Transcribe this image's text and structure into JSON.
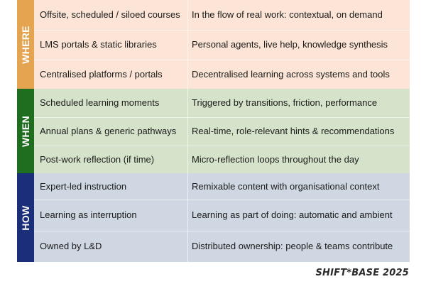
{
  "colors": {
    "where_label": "#E5A44F",
    "where_bg": "#FCE5D6",
    "when_label": "#1F6E1F",
    "when_bg": "#D6E3CB",
    "how_label": "#1B2E7A",
    "how_bg": "#CFD8E2"
  },
  "sections": [
    {
      "label": "WHERE",
      "rows": [
        {
          "left": "Offsite, scheduled / siloed courses",
          "right": "In the flow of real work: contextual, on demand"
        },
        {
          "left": "LMS portals & static libraries",
          "right": "Personal agents, live help, knowledge synthesis"
        },
        {
          "left": "Centralised platforms / portals",
          "right": "Decentralised learning across systems and tools"
        }
      ]
    },
    {
      "label": "WHEN",
      "rows": [
        {
          "left": "Scheduled learning moments",
          "right": "Triggered by transitions, friction, performance"
        },
        {
          "left": "Annual plans & generic pathways",
          "right": "Real-time, role-relevant hints & recommendations"
        },
        {
          "left": "Post-work reflection (if time)",
          "right": "Micro-reflection loops throughout the day"
        }
      ]
    },
    {
      "label": "HOW",
      "rows": [
        {
          "left": "Expert-led instruction",
          "right": "Remixable content  with organisational context"
        },
        {
          "left": "Learning as interruption",
          "right": "Learning as part of doing: automatic and ambient"
        },
        {
          "left": "Owned by L&D",
          "right": "Distributed ownership: people & teams contribute"
        }
      ]
    }
  ],
  "footer": "SHIFT*BASE 2025"
}
